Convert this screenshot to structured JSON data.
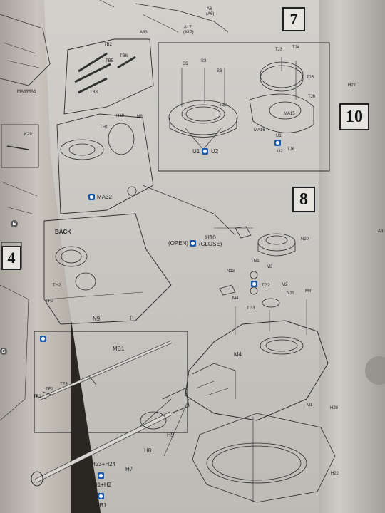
{
  "steps": {
    "step7": "7",
    "step8": "8",
    "step10": "10",
    "step4": "4"
  },
  "labels": {
    "a17": "A17",
    "a17b": "(A17)",
    "a6": "A6",
    "a6b": "(A6)",
    "a33": "A33",
    "tb2": "TB2",
    "tb6": "TB6",
    "tb5": "TB5",
    "tb3": "TB3",
    "s3a": "S3",
    "s3b": "S3",
    "s3c": "S3",
    "tj8": "TJ8",
    "tj3": "TJ3",
    "tj4": "TJ4",
    "tj5": "TJ5",
    "tj6": "TJ6",
    "ma15": "MA15",
    "ma16": "MA16",
    "u1u2": "U1",
    "u2": "U2",
    "u1b": "U1",
    "u2b": "U2",
    "th1": "TH1",
    "h10": "H10",
    "n8": "N8",
    "ma32": "MA32",
    "back": "BACK",
    "th2": "TH2",
    "th3": "TH3",
    "n9": "N9",
    "p": "P",
    "open": "(OPEN)",
    "close_h10": "H10",
    "close": "(CLOSE)",
    "n20": "N20",
    "n13": "N13",
    "tg1": "TG1",
    "m3": "M3",
    "m2": "M2",
    "tg2": "TG2",
    "n11": "N11",
    "m4a": "M4",
    "m4b": "M4",
    "tg3": "TG3",
    "m4c": "M4",
    "m1": "M1",
    "h20": "H20",
    "h22": "H22",
    "mb1": "MB1",
    "tf3": "TF3",
    "tf2": "TF2",
    "tf1": "TF1",
    "h9": "H9",
    "h8": "H8",
    "h7": "H7",
    "h23h24": "H23+H24",
    "h1h2": "H1+H2",
    "mb1b": "MB1",
    "k29": "K29",
    "ma6": "MA6/MA6",
    "h27": "H27",
    "a3": "A3",
    "e_mark": "E",
    "g_mark": "G"
  }
}
